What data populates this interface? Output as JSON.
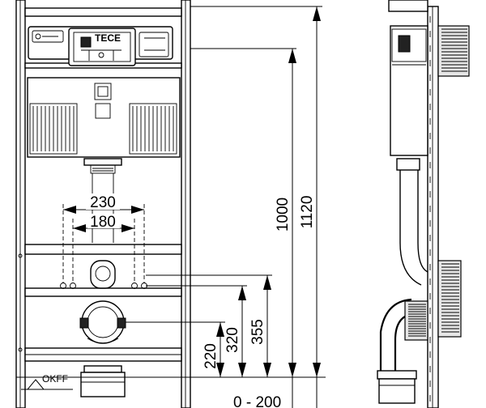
{
  "dimensions": {
    "d230": "230",
    "d180": "180",
    "d1000": "1000",
    "d1120": "1120",
    "d355": "355",
    "d320": "320",
    "d220": "220"
  },
  "labels": {
    "floor_ref": "OKFF",
    "brand": "TECE",
    "bottom_dim_partial": "0 - 200"
  }
}
